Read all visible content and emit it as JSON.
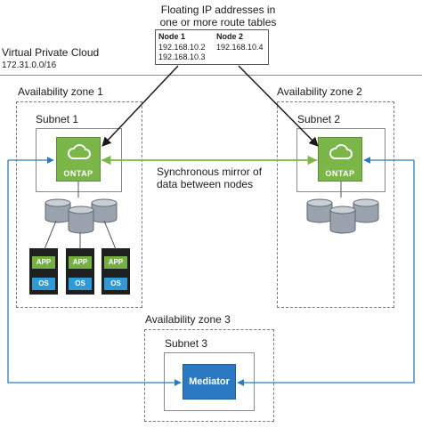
{
  "callout": {
    "title_line1": "Floating IP addresses in",
    "title_line2": "one or more route tables",
    "node1_header": "Node 1",
    "node2_header": "Node 2",
    "node1_ips": [
      "192.168.10.2",
      "192.168.10.3"
    ],
    "node2_ips": [
      "192.168.10.4"
    ]
  },
  "vpc": {
    "title": "Virtual Private Cloud",
    "cidr": "172.31.0.0/16"
  },
  "az1": {
    "label": "Availability zone 1",
    "subnet": "Subnet 1",
    "ontap": "ONTAP"
  },
  "az2": {
    "label": "Availability zone 2",
    "subnet": "Subnet 2",
    "ontap": "ONTAP"
  },
  "az3": {
    "label": "Availability zone 3",
    "subnet": "Subnet 3",
    "mediator": "Mediator"
  },
  "mirror": {
    "line1": "Synchronous mirror of",
    "line2": "data between nodes"
  },
  "apps": [
    {
      "app": "APP",
      "os": "OS"
    },
    {
      "app": "APP",
      "os": "OS"
    },
    {
      "app": "APP",
      "os": "OS"
    }
  ],
  "colors": {
    "ontap_green": "#7ab648",
    "mirror_line": "#7ab648",
    "mediator_blue": "#2b79c2",
    "link_blue": "#2b79c2",
    "disk_gray": "#9aa3ad",
    "app_green": "#76b043",
    "os_blue": "#2f9ad6"
  },
  "icons": [
    "cloud-icon",
    "disk-stack-icon",
    "arrow-icon"
  ]
}
